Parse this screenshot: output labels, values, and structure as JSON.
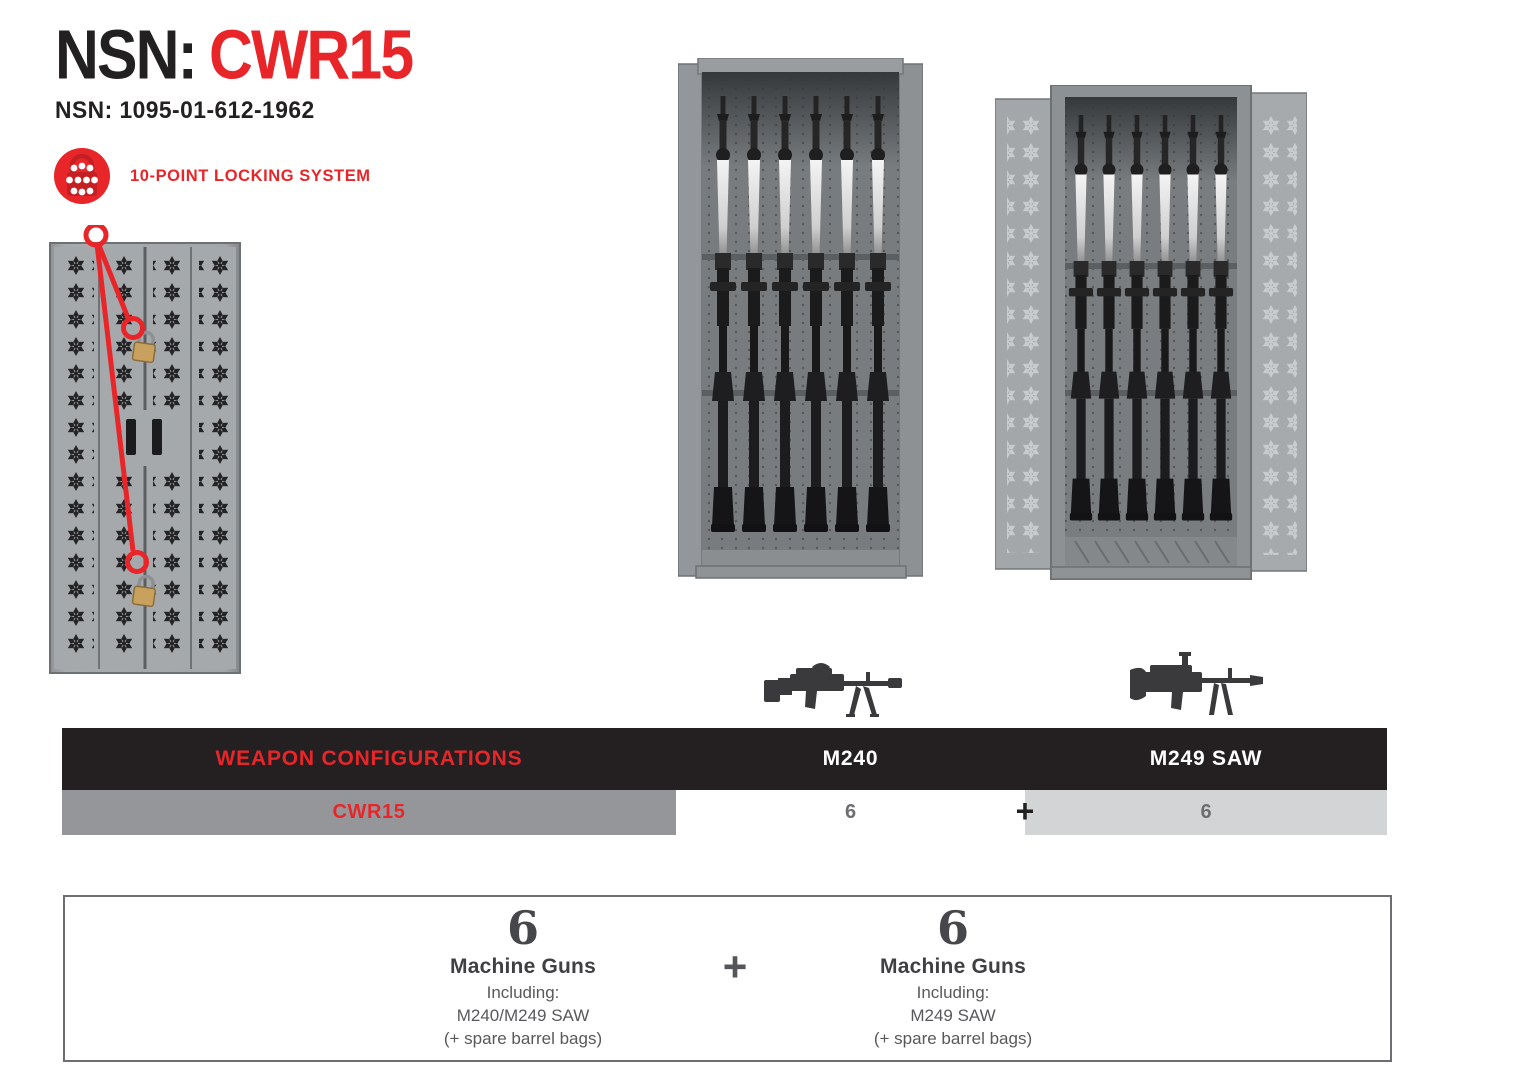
{
  "header": {
    "title_prefix": "NSN:",
    "title_model": "CWR15",
    "nsn_number": "NSN: 1095-01-612-1962",
    "locking_label": "10-POINT LOCKING SYSTEM"
  },
  "images": {
    "closed_cabinet": "closed CWR15 cabinet with perforated doors, two padlocks and 10-point lock callout",
    "open_cabinet_m240": "open cabinet loaded with 6 vertical M240 machine guns",
    "open_cabinet_m249": "open cabinet with perforated doors loaded with 6 vertical M249 SAW machine guns",
    "m240_silhouette": "M240 machine gun side profile",
    "m249_silhouette": "M249 SAW machine gun side profile"
  },
  "table": {
    "header_left": "WEAPON CONFIGURATIONS",
    "col_m240": "M240",
    "col_m249": "M249 SAW",
    "row_label": "CWR15",
    "m240_count": "6",
    "m249_count": "6",
    "plus": "+"
  },
  "summary": {
    "plus": "+",
    "left": {
      "count": "6",
      "title": "Machine Guns",
      "including": "Including:",
      "models": "M240/M249 SAW",
      "note": "(+ spare barrel bags)"
    },
    "right": {
      "count": "6",
      "title": "Machine Guns",
      "including": "Including:",
      "models": "M249 SAW",
      "note": "(+ spare barrel bags)"
    }
  },
  "colors": {
    "accent_red": "#e8262a",
    "header_black": "#242021",
    "row_gray": "#949699",
    "cell_light_gray": "#d2d4d5",
    "count_gray": "#6d6e71"
  }
}
